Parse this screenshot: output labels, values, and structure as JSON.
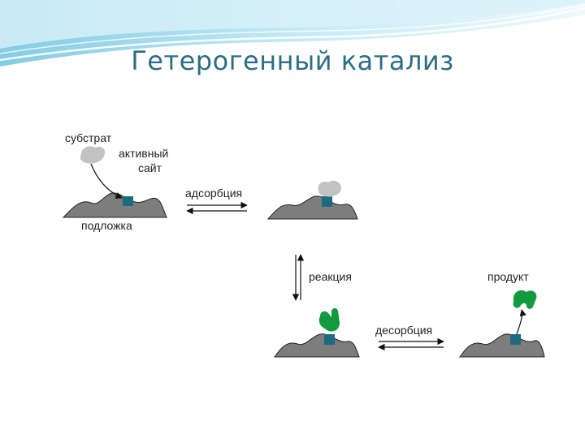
{
  "slide": {
    "title": "Гетерогенный катализ",
    "labels": {
      "substrate": "субстрат",
      "active_site_line1": "активный",
      "active_site_line2": "сайт",
      "support": "подложка",
      "adsorption": "адсорбция",
      "reaction": "реакция",
      "product": "продукт",
      "desorption": "десорбция"
    }
  },
  "colors": {
    "title": "#2a6f85",
    "surface": "#7d7d7d",
    "active_site": "#1d6b7e",
    "substrate": "#c2c2c2",
    "product": "#119a3e",
    "header_wave": "#8fd3ea"
  }
}
